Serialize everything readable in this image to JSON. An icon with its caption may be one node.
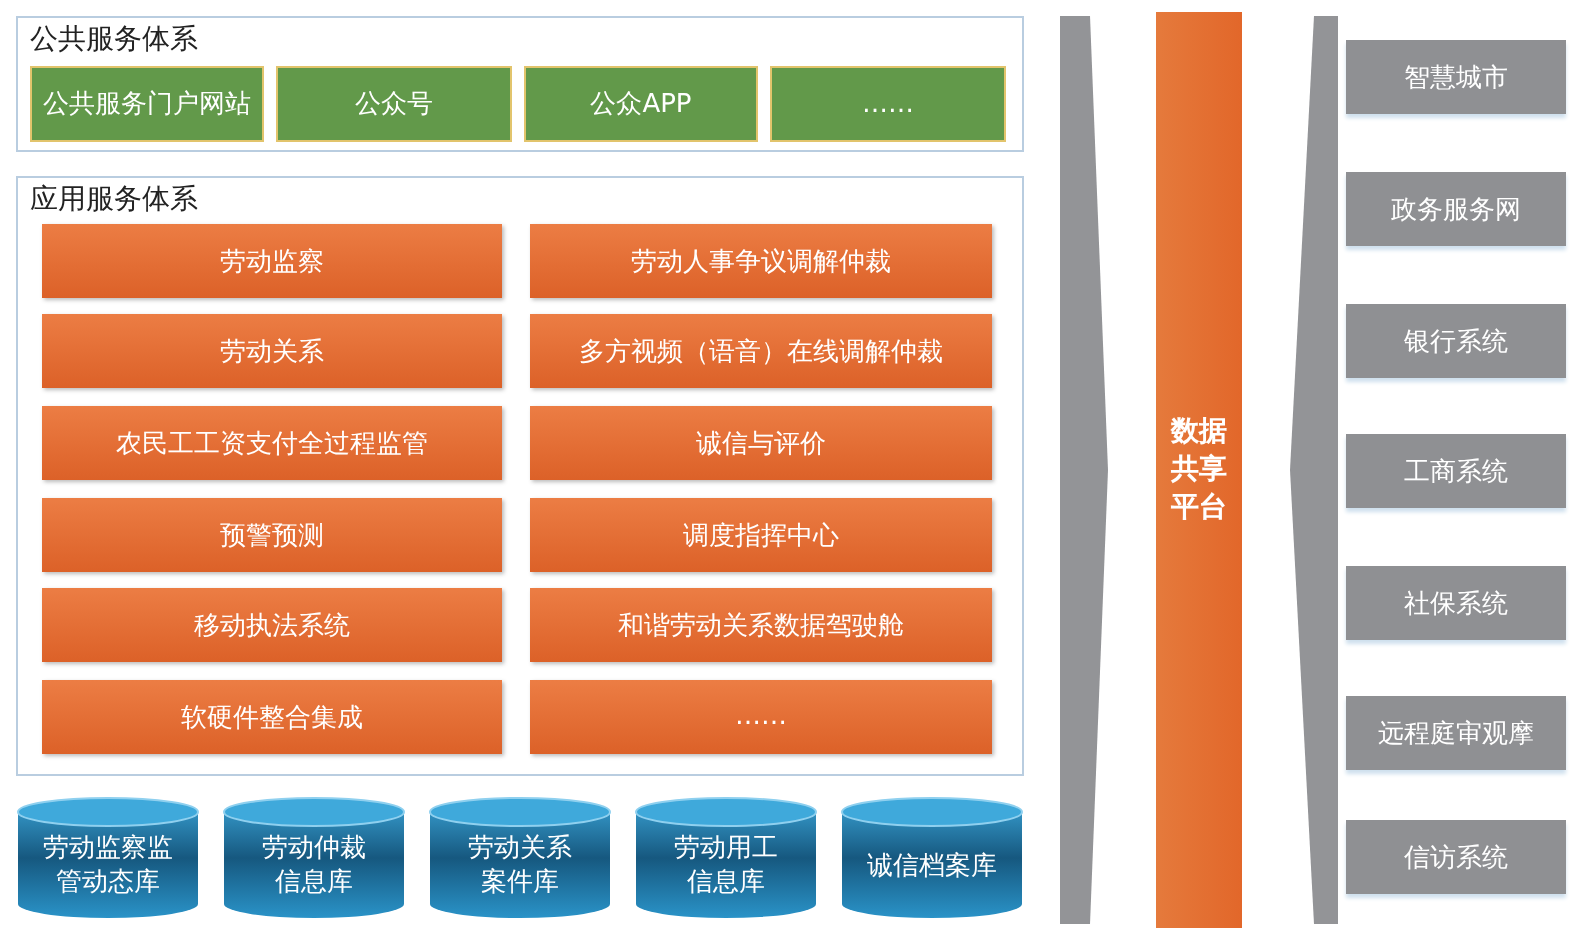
{
  "diagram": {
    "nodes": [
      {
        "text": [
          "公共服务体系"
        ]
      },
      {
        "text": [
          "公共服务门户网站"
        ],
        "in": 0
      },
      {
        "text": [
          "公众号"
        ],
        "in": 0
      },
      {
        "text": [
          "公众APP"
        ],
        "in": 0
      },
      {
        "text": [
          "……"
        ],
        "in": 0
      },
      {
        "text": [
          "应用服务体系"
        ]
      },
      {
        "text": [
          "劳动监察"
        ],
        "in": 5
      },
      {
        "text": [
          "劳动人事争议调解仲裁"
        ],
        "in": 5
      },
      {
        "text": [
          "劳动关系"
        ],
        "in": 5
      },
      {
        "text": [
          "多方视频（语音）在线调解仲裁"
        ],
        "in": 5
      },
      {
        "text": [
          "农民工工资支付全过程监管"
        ],
        "in": 5
      },
      {
        "text": [
          "诚信与评价"
        ],
        "in": 5
      },
      {
        "text": [
          "预警预测"
        ],
        "in": 5
      },
      {
        "text": [
          "调度指挥中心"
        ],
        "in": 5
      },
      {
        "text": [
          "移动执法系统"
        ],
        "in": 5
      },
      {
        "text": [
          "和谐劳动关系数据驾驶舱"
        ],
        "in": 5
      },
      {
        "text": [
          "软硬件整合集成"
        ],
        "in": 5
      },
      {
        "text": [
          "……"
        ],
        "in": 5
      },
      {
        "text": [
          "劳动监察监管动态库"
        ]
      },
      {
        "text": [
          "劳动仲裁信息库"
        ]
      },
      {
        "text": [
          "劳动关系案件库"
        ]
      },
      {
        "text": [
          "劳动用工信息库"
        ]
      },
      {
        "text": [
          "诚信档案库"
        ]
      },
      {
        "text": [
          "数据共享平台"
        ]
      },
      {
        "text": [
          "智慧城市"
        ]
      },
      {
        "text": [
          "政务服务网"
        ]
      },
      {
        "text": [
          "银行系统"
        ]
      },
      {
        "text": [
          "工商系统"
        ]
      },
      {
        "text": [
          "社保系统"
        ]
      },
      {
        "text": [
          "远程庭审观摩"
        ]
      },
      {
        "text": [
          "信访系统"
        ]
      },
      {
        "text": [],
        "shape": "bar"
      },
      {
        "text": [],
        "shape": "bar"
      }
    ]
  }
}
